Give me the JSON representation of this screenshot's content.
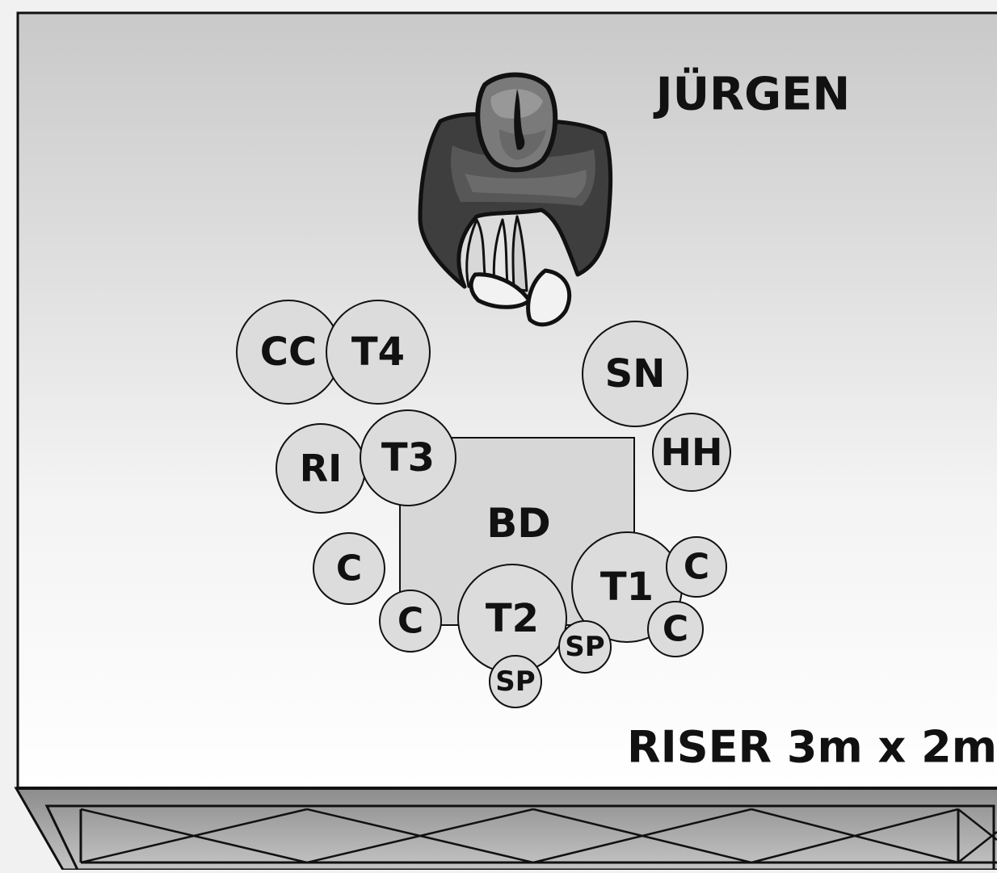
{
  "performer_name": "JÜRGEN",
  "riser_label": "RISER 3m x 2m",
  "bass_drum_label": "BD",
  "kit": [
    {
      "id": "cc",
      "label": "CC"
    },
    {
      "id": "t4",
      "label": "T4"
    },
    {
      "id": "sn",
      "label": "SN"
    },
    {
      "id": "hh",
      "label": "HH"
    },
    {
      "id": "ri",
      "label": "RI"
    },
    {
      "id": "t3",
      "label": "T3"
    },
    {
      "id": "c-left",
      "label": "C"
    },
    {
      "id": "c-bottom",
      "label": "C"
    },
    {
      "id": "t2",
      "label": "T2"
    },
    {
      "id": "sp-bottom",
      "label": "SP"
    },
    {
      "id": "sp-right",
      "label": "SP"
    },
    {
      "id": "t1",
      "label": "T1"
    },
    {
      "id": "c-right-top",
      "label": "C"
    },
    {
      "id": "c-right-bottom",
      "label": "C"
    }
  ],
  "colors": {
    "background_top": "#c9c9c9",
    "background_bottom": "#ffffff",
    "drum_fill": "#dcdcdc",
    "outline": "#111111"
  }
}
